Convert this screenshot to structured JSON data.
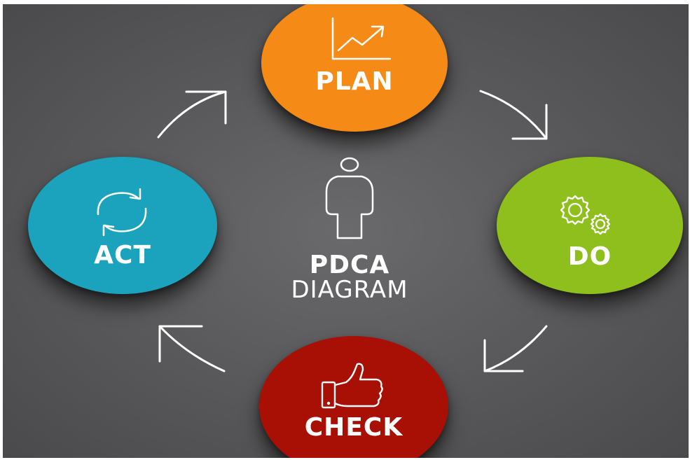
{
  "diagram": {
    "center": {
      "title": "PDCA",
      "subtitle": "DIAGRAM",
      "icon": "person-outline-icon"
    },
    "steps": [
      {
        "label": "PLAN",
        "color": "#f58a16",
        "icon": "chart-growth-icon"
      },
      {
        "label": "DO",
        "color": "#8ebf1c",
        "icon": "gears-icon"
      },
      {
        "label": "CHECK",
        "color": "#a80f05",
        "icon": "thumbs-up-icon"
      },
      {
        "label": "ACT",
        "color": "#1ba3bd",
        "icon": "cycle-arrows-icon"
      }
    ],
    "arrows": [
      {
        "from": "PLAN",
        "to": "DO",
        "icon": "arrow-icon"
      },
      {
        "from": "DO",
        "to": "CHECK",
        "icon": "arrow-icon"
      },
      {
        "from": "CHECK",
        "to": "ACT",
        "icon": "arrow-icon"
      },
      {
        "from": "ACT",
        "to": "PLAN",
        "icon": "arrow-icon"
      }
    ],
    "background_color": "#5b5b5d"
  }
}
